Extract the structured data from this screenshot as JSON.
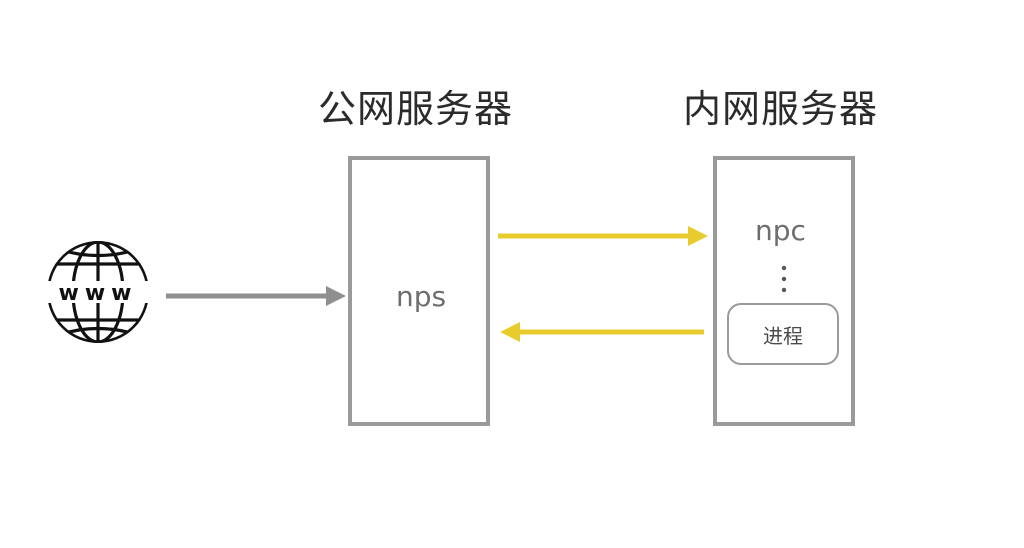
{
  "diagram": {
    "public_server": {
      "title": "公网服务器",
      "component": "nps"
    },
    "private_server": {
      "title": "内网服务器",
      "component": "npc",
      "process_label": "进程"
    },
    "internet": {
      "icon": "globe-www-icon",
      "text": "www"
    },
    "connections": [
      {
        "from": "internet",
        "to": "public_server",
        "color": "#8f8f8f"
      },
      {
        "from": "public_server",
        "to": "private_server",
        "color": "#e8cc2e"
      },
      {
        "from": "private_server",
        "to": "public_server",
        "color": "#e8cc2e"
      }
    ],
    "colors": {
      "box_border": "#9a9a9a",
      "yellow_arrow": "#e8cc2e",
      "gray_arrow": "#8f8f8f"
    }
  }
}
